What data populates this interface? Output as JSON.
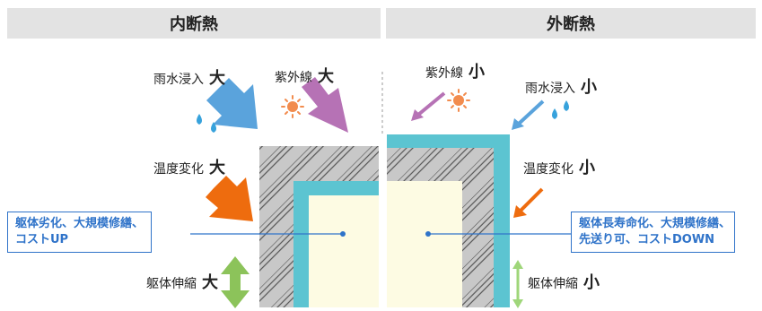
{
  "headers": {
    "left": "内断熱",
    "right": "外断熱"
  },
  "left": {
    "rain": {
      "label": "雨水浸入",
      "level": "大"
    },
    "uv": {
      "label": "紫外線",
      "level": "大"
    },
    "temp": {
      "label": "温度変化",
      "level": "大"
    },
    "stretch": {
      "label": "躯体伸縮",
      "level": "大"
    },
    "callout_line1": "躯体劣化、大規模修繕、",
    "callout_line2": "コストUP"
  },
  "right": {
    "uv": {
      "label": "紫外線",
      "level": "小"
    },
    "rain": {
      "label": "雨水浸入",
      "level": "小"
    },
    "temp": {
      "label": "温度変化",
      "level": "小"
    },
    "stretch": {
      "label": "躯体伸縮",
      "level": "小"
    },
    "callout_line1": "躯体長寿命化、大規模修繕、",
    "callout_line2": "先送り可、コストDOWN"
  },
  "colors": {
    "header_bg": "#e3e3e3",
    "rain_arrow": "#5aa3dc",
    "uv_arrow": "#b672b5",
    "temp_arrow": "#ee6c0e",
    "stretch_arrow_large": "#8cc35a",
    "stretch_arrow_small": "#9fd67a",
    "insulation": "#5cc4d1",
    "concrete": "#c8c8c8",
    "interior": "#fdfbe3",
    "callout": "#2f73c9",
    "sun": "#f28c4e",
    "water": "#37a2dc"
  }
}
